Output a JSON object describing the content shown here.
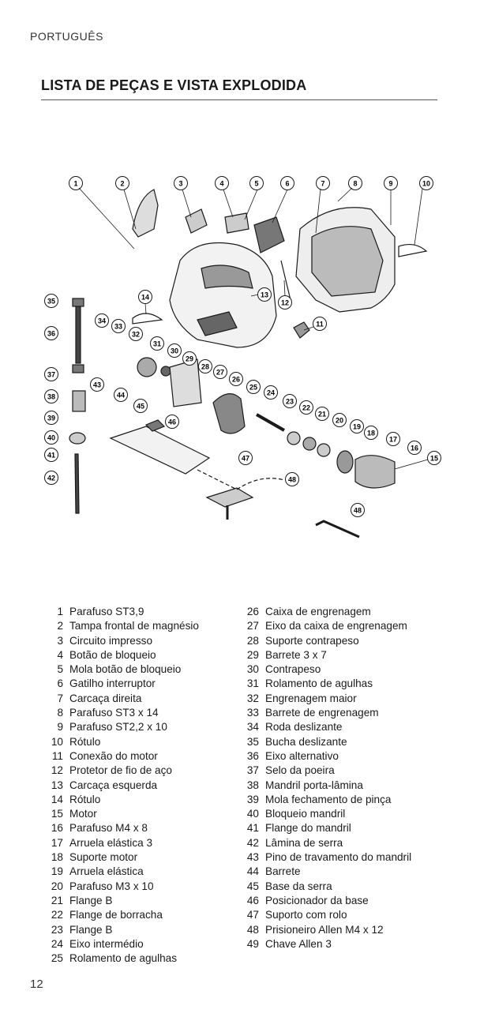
{
  "header": {
    "language": "PORTUGUÊS"
  },
  "section": {
    "title": "LISTA DE PEÇAS E VISTA EXPLODIDA"
  },
  "diagram": {
    "callouts": [
      "1",
      "2",
      "3",
      "4",
      "5",
      "6",
      "7",
      "8",
      "9",
      "10",
      "11",
      "12",
      "13",
      "14",
      "15",
      "16",
      "17",
      "18",
      "19",
      "20",
      "21",
      "22",
      "23",
      "24",
      "25",
      "26",
      "27",
      "28",
      "29",
      "30",
      "31",
      "32",
      "33",
      "34",
      "35",
      "36",
      "37",
      "38",
      "39",
      "40",
      "41",
      "42",
      "43",
      "44",
      "45",
      "46",
      "47",
      "48",
      "48"
    ]
  },
  "parts_column_1": [
    {
      "num": "1",
      "name": "Parafuso ST3,9"
    },
    {
      "num": "2",
      "name": "Tampa frontal de magnésio"
    },
    {
      "num": "3",
      "name": "Circuito impresso"
    },
    {
      "num": "4",
      "name": "Botão de bloqueio"
    },
    {
      "num": "5",
      "name": "Mola botão de bloqueio"
    },
    {
      "num": "6",
      "name": "Gatilho interruptor"
    },
    {
      "num": "7",
      "name": "Carcaça direita"
    },
    {
      "num": "8",
      "name": "Parafuso ST3 x 14"
    },
    {
      "num": "9",
      "name": "Parafuso ST2,2 x 10"
    },
    {
      "num": "10",
      "name": "Rótulo"
    },
    {
      "num": "11",
      "name": "Conexão do motor"
    },
    {
      "num": "12",
      "name": "Protetor de fio de aço"
    },
    {
      "num": "13",
      "name": "Carcaça esquerda"
    },
    {
      "num": "14",
      "name": "Rótulo"
    },
    {
      "num": "15",
      "name": "Motor"
    },
    {
      "num": "16",
      "name": "Parafuso M4 x 8"
    },
    {
      "num": "17",
      "name": "Arruela elástica 3"
    },
    {
      "num": "18",
      "name": "Suporte motor"
    },
    {
      "num": "19",
      "name": "Arruela elástica"
    },
    {
      "num": "20",
      "name": "Parafuso M3 x 10"
    },
    {
      "num": "21",
      "name": "Flange B"
    },
    {
      "num": "22",
      "name": "Flange de borracha"
    },
    {
      "num": "23",
      "name": "Flange B"
    },
    {
      "num": "24",
      "name": "Eixo intermédio"
    },
    {
      "num": "25",
      "name": "Rolamento de agulhas"
    }
  ],
  "parts_column_2": [
    {
      "num": "26",
      "name": "Caixa de engrenagem"
    },
    {
      "num": "27",
      "name": "Eixo da caixa de engrenagem"
    },
    {
      "num": "28",
      "name": "Suporte contrapeso"
    },
    {
      "num": "29",
      "name": "Barrete 3 x 7"
    },
    {
      "num": "30",
      "name": "Contrapeso"
    },
    {
      "num": "31",
      "name": "Rolamento de agulhas"
    },
    {
      "num": "32",
      "name": "Engrenagem maior"
    },
    {
      "num": "33",
      "name": "Barrete de engrenagem"
    },
    {
      "num": "34",
      "name": "Roda deslizante"
    },
    {
      "num": "35",
      "name": "Bucha deslizante"
    },
    {
      "num": "36",
      "name": "Eixo alternativo"
    },
    {
      "num": "37",
      "name": "Selo da poeira"
    },
    {
      "num": "38",
      "name": "Mandril porta-lâmina"
    },
    {
      "num": "39",
      "name": "Mola fechamento de pinça"
    },
    {
      "num": "40",
      "name": "Bloqueio mandril"
    },
    {
      "num": "41",
      "name": "Flange do mandril"
    },
    {
      "num": "42",
      "name": "Lâmina de serra"
    },
    {
      "num": "43",
      "name": "Pino de travamento do mandril"
    },
    {
      "num": "44",
      "name": "Barrete"
    },
    {
      "num": "45",
      "name": "Base da serra"
    },
    {
      "num": "46",
      "name": "Posicionador da base"
    },
    {
      "num": "47",
      "name": "Suporto com rolo"
    },
    {
      "num": "48",
      "name": "Prisioneiro Allen M4 x 12"
    },
    {
      "num": "49",
      "name": "Chave Allen 3"
    }
  ],
  "footer": {
    "page_number": "12"
  }
}
